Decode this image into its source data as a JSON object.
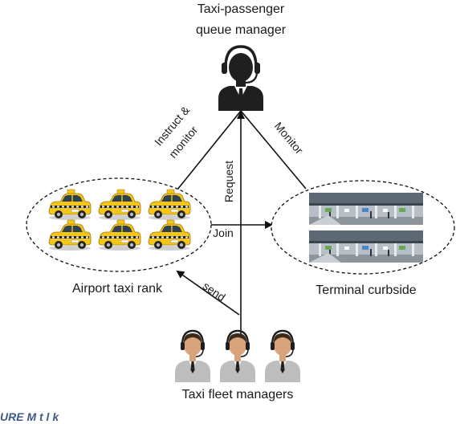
{
  "manager": {
    "title_line1": "Taxi-passenger",
    "title_line2": "queue manager"
  },
  "edges": {
    "instruct_line1": "Instruct &",
    "instruct_line2": "monitor",
    "monitor": "Monitor",
    "request": "Request",
    "join": "Join",
    "send": "send"
  },
  "taxi_rank": {
    "label": "Airport taxi rank"
  },
  "curbside": {
    "label": "Terminal curbside"
  },
  "fleet": {
    "label": "Taxi fleet managers"
  },
  "footer": {
    "fragment": "URE   M   t   l  k"
  },
  "colors": {
    "taxi_body": "#f5c518",
    "headset": "#1f1f1f",
    "skin": "#d8a27a",
    "platform": "#9aa4ad",
    "line": "#111111"
  },
  "icons": [
    "headset-agent-icon",
    "taxi-icon",
    "terminal-photo",
    "fleet-manager-icon"
  ]
}
